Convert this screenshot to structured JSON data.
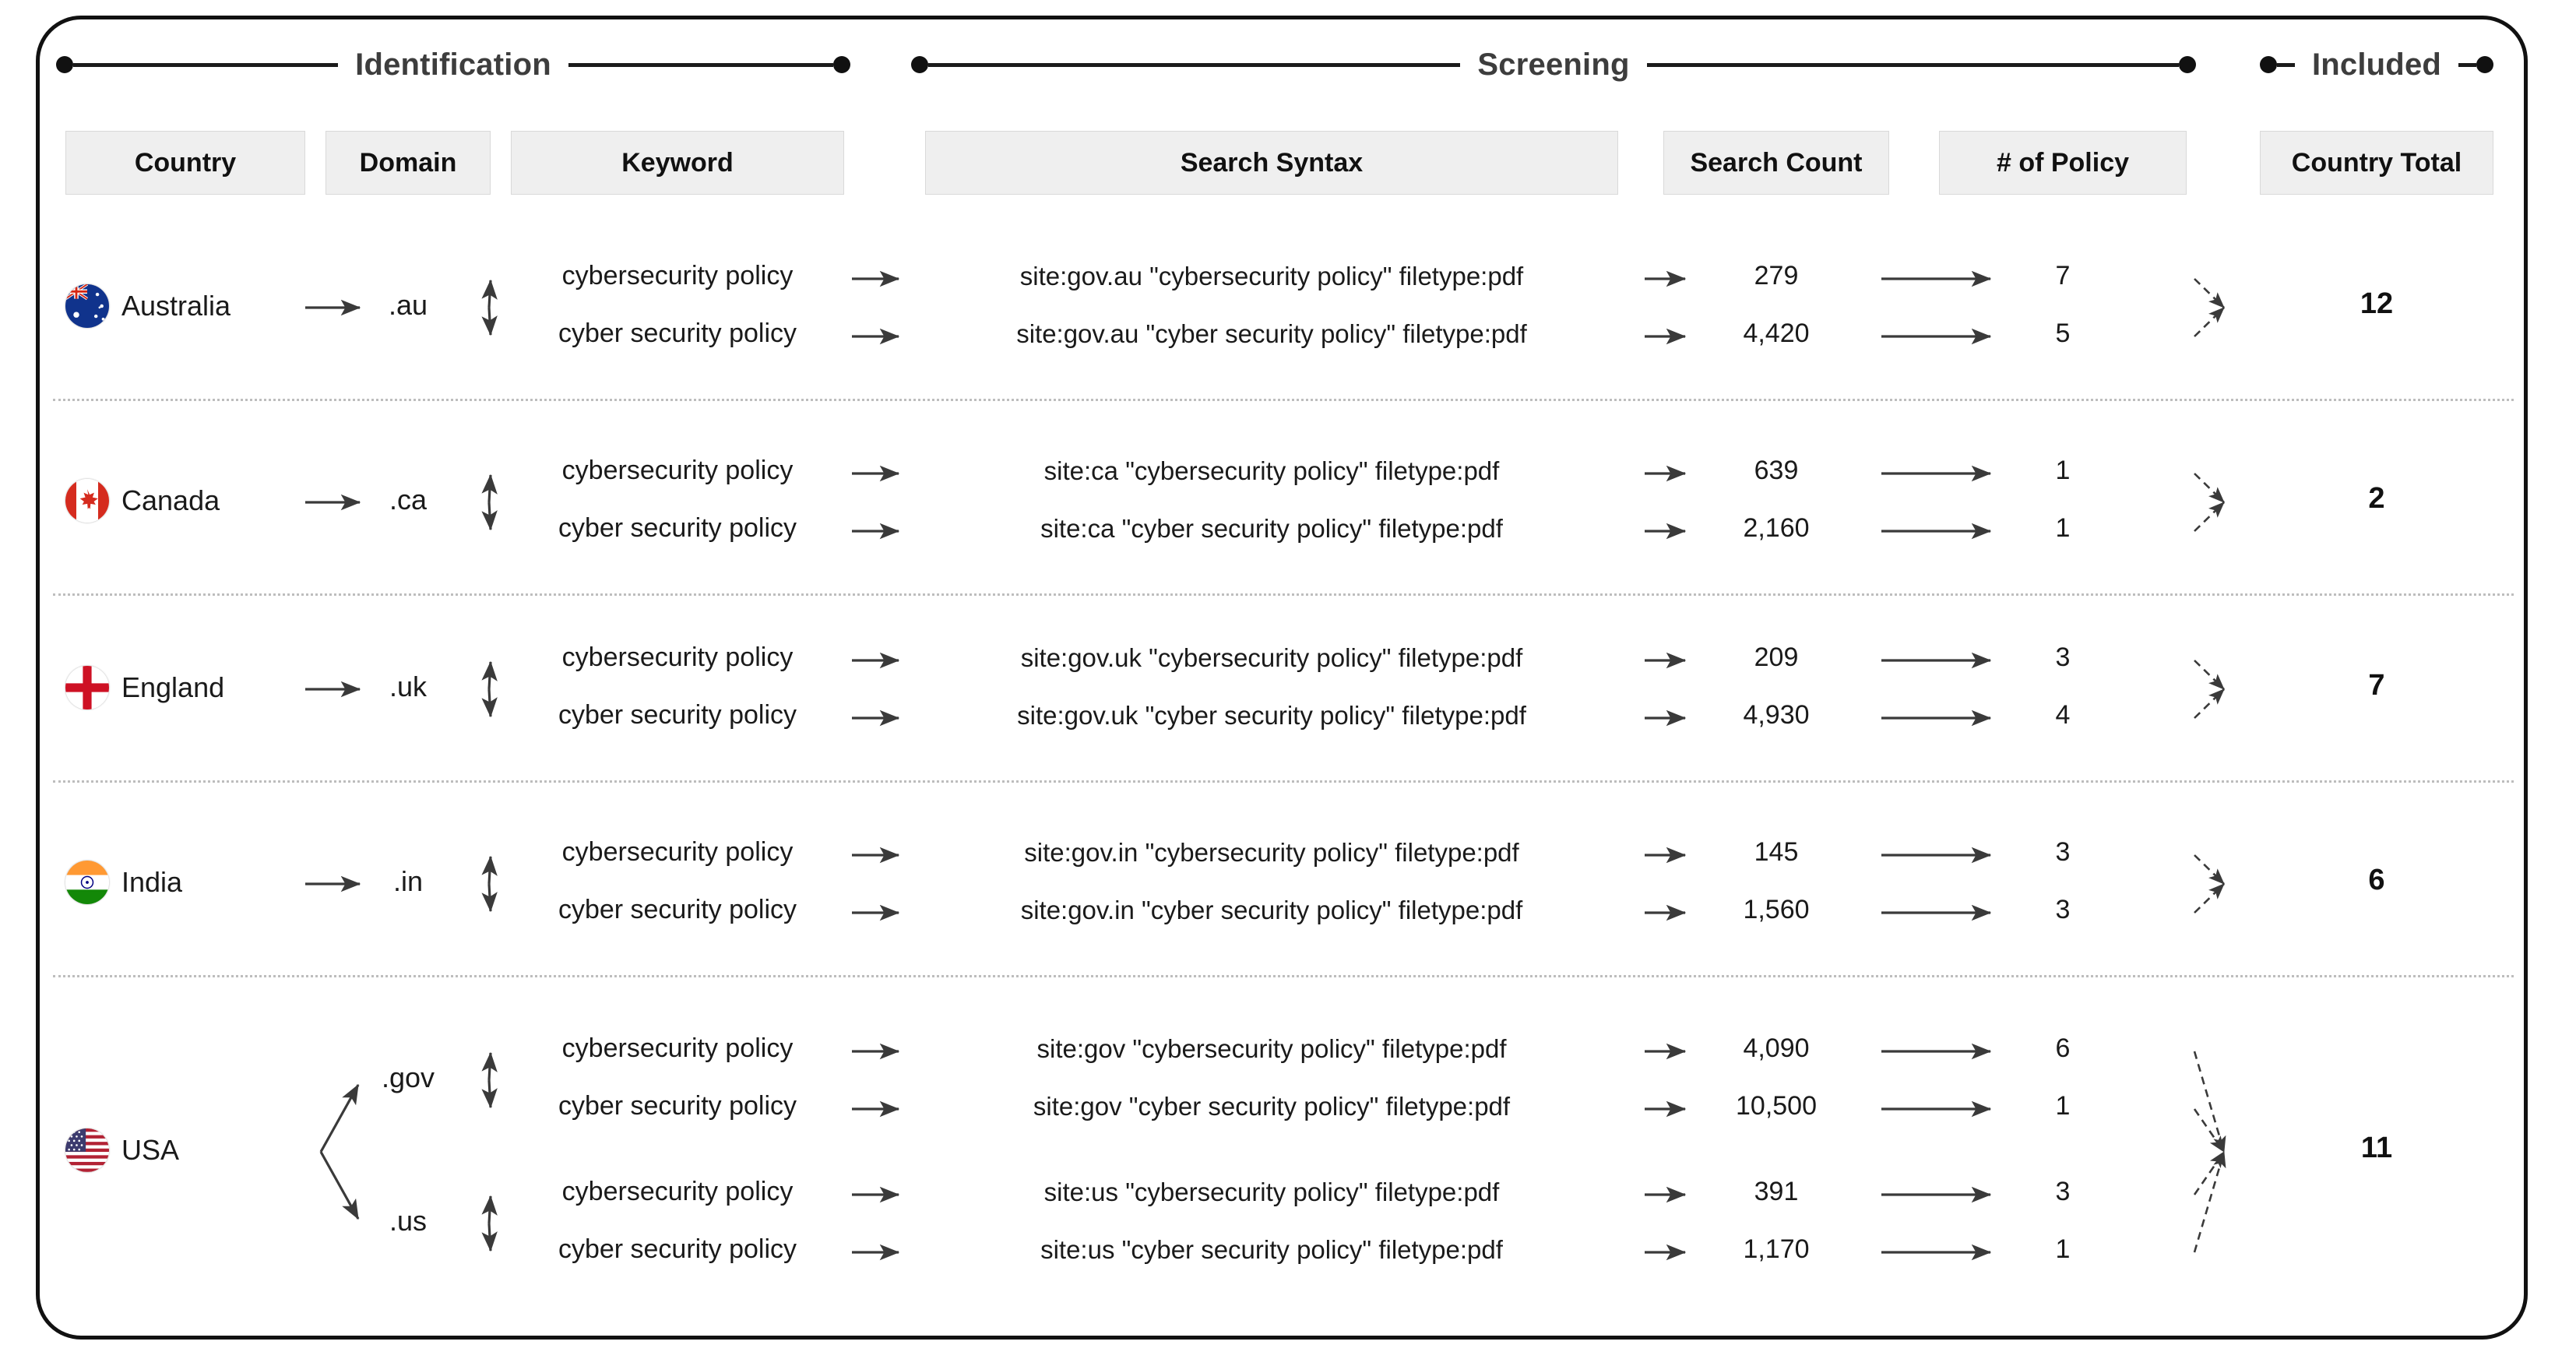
{
  "phases": [
    {
      "name": "phase-identification",
      "label": "Identification"
    },
    {
      "name": "phase-screening",
      "label": "Screening"
    },
    {
      "name": "phase-included",
      "label": "Included"
    }
  ],
  "columns": {
    "country": "Country",
    "domain": "Domain",
    "keyword": "Keyword",
    "search_syntax": "Search Syntax",
    "search_count": "Search Count",
    "num_policy": "# of Policy",
    "country_total": "Country Total"
  },
  "colors": {
    "frame": "#111111",
    "chip_bg": "#efefef",
    "chip_border": "#d9d9d9",
    "arrow": "#3a3a3a",
    "separator": "#bdbdbd",
    "phase_label": "#3d3d3d"
  },
  "chart_data": {
    "type": "table",
    "title": "PRISMA-style search strategy flow",
    "columns": [
      "Country",
      "Domain",
      "Keyword",
      "Search Syntax",
      "Search Count",
      "# of Policy",
      "Country Total"
    ],
    "rows": [
      {
        "country": "Australia",
        "domain": ".au",
        "keyword": "cybersecurity policy",
        "syntax": "site:gov.au \"cybersecurity policy\" filetype:pdf",
        "search_count": "279",
        "policies": "7",
        "country_total": "12"
      },
      {
        "country": "Australia",
        "domain": ".au",
        "keyword": "cyber security policy",
        "syntax": "site:gov.au \"cyber security policy\" filetype:pdf",
        "search_count": "4,420",
        "policies": "5",
        "country_total": "12"
      },
      {
        "country": "Canada",
        "domain": ".ca",
        "keyword": "cybersecurity policy",
        "syntax": "site:ca \"cybersecurity policy\" filetype:pdf",
        "search_count": "639",
        "policies": "1",
        "country_total": "2"
      },
      {
        "country": "Canada",
        "domain": ".ca",
        "keyword": "cyber security policy",
        "syntax": "site:ca \"cyber security policy\" filetype:pdf",
        "search_count": "2,160",
        "policies": "1",
        "country_total": "2"
      },
      {
        "country": "England",
        "domain": ".uk",
        "keyword": "cybersecurity policy",
        "syntax": "site:gov.uk \"cybersecurity policy\" filetype:pdf",
        "search_count": "209",
        "policies": "3",
        "country_total": "7"
      },
      {
        "country": "England",
        "domain": ".uk",
        "keyword": "cyber security policy",
        "syntax": "site:gov.uk \"cyber security policy\" filetype:pdf",
        "search_count": "4,930",
        "policies": "4",
        "country_total": "7"
      },
      {
        "country": "India",
        "domain": ".in",
        "keyword": "cybersecurity policy",
        "syntax": "site:gov.in \"cybersecurity policy\" filetype:pdf",
        "search_count": "145",
        "policies": "3",
        "country_total": "6"
      },
      {
        "country": "India",
        "domain": ".in",
        "keyword": "cyber security policy",
        "syntax": "site:gov.in \"cyber security policy\" filetype:pdf",
        "search_count": "1,560",
        "policies": "3",
        "country_total": "6"
      },
      {
        "country": "USA",
        "domain": ".gov",
        "keyword": "cybersecurity policy",
        "syntax": "site:gov \"cybersecurity policy\" filetype:pdf",
        "search_count": "4,090",
        "policies": "6",
        "country_total": "11"
      },
      {
        "country": "USA",
        "domain": ".gov",
        "keyword": "cyber security policy",
        "syntax": "site:gov \"cyber security policy\" filetype:pdf",
        "search_count": "10,500",
        "policies": "1",
        "country_total": "11"
      },
      {
        "country": "USA",
        "domain": ".us",
        "keyword": "cybersecurity policy",
        "syntax": "site:us \"cybersecurity policy\" filetype:pdf",
        "search_count": "391",
        "policies": "3",
        "country_total": "11"
      },
      {
        "country": "USA",
        "domain": ".us",
        "keyword": "cyber security policy",
        "syntax": "site:us \"cyber security policy\" filetype:pdf",
        "search_count": "1,170",
        "policies": "1",
        "country_total": "11"
      }
    ]
  },
  "groups": [
    {
      "id": "australia",
      "country": "Australia",
      "flag": "flag-australia-icon",
      "total": "12",
      "domains": [
        {
          "domain": ".au",
          "lines": [
            {
              "keyword": "cybersecurity policy",
              "syntax": "site:gov.au \"cybersecurity policy\" filetype:pdf",
              "count": "279",
              "policies": "7"
            },
            {
              "keyword": "cyber security policy",
              "syntax": "site:gov.au \"cyber security policy\" filetype:pdf",
              "count": "4,420",
              "policies": "5"
            }
          ]
        }
      ]
    },
    {
      "id": "canada",
      "country": "Canada",
      "flag": "flag-canada-icon",
      "total": "2",
      "domains": [
        {
          "domain": ".ca",
          "lines": [
            {
              "keyword": "cybersecurity policy",
              "syntax": "site:ca \"cybersecurity policy\" filetype:pdf",
              "count": "639",
              "policies": "1"
            },
            {
              "keyword": "cyber security policy",
              "syntax": "site:ca \"cyber security policy\" filetype:pdf",
              "count": "2,160",
              "policies": "1"
            }
          ]
        }
      ]
    },
    {
      "id": "england",
      "country": "England",
      "flag": "flag-england-icon",
      "total": "7",
      "domains": [
        {
          "domain": ".uk",
          "lines": [
            {
              "keyword": "cybersecurity policy",
              "syntax": "site:gov.uk \"cybersecurity policy\" filetype:pdf",
              "count": "209",
              "policies": "3"
            },
            {
              "keyword": "cyber security policy",
              "syntax": "site:gov.uk \"cyber security policy\" filetype:pdf",
              "count": "4,930",
              "policies": "4"
            }
          ]
        }
      ]
    },
    {
      "id": "india",
      "country": "India",
      "flag": "flag-india-icon",
      "total": "6",
      "domains": [
        {
          "domain": ".in",
          "lines": [
            {
              "keyword": "cybersecurity policy",
              "syntax": "site:gov.in \"cybersecurity policy\" filetype:pdf",
              "count": "145",
              "policies": "3"
            },
            {
              "keyword": "cyber security policy",
              "syntax": "site:gov.in \"cyber security policy\" filetype:pdf",
              "count": "1,560",
              "policies": "3"
            }
          ]
        }
      ]
    },
    {
      "id": "usa",
      "country": "USA",
      "flag": "flag-usa-icon",
      "total": "11",
      "domains": [
        {
          "domain": ".gov",
          "lines": [
            {
              "keyword": "cybersecurity policy",
              "syntax": "site:gov \"cybersecurity policy\" filetype:pdf",
              "count": "4,090",
              "policies": "6"
            },
            {
              "keyword": "cyber security policy",
              "syntax": "site:gov \"cyber security policy\" filetype:pdf",
              "count": "10,500",
              "policies": "1"
            }
          ]
        },
        {
          "domain": ".us",
          "lines": [
            {
              "keyword": "cybersecurity policy",
              "syntax": "site:us \"cybersecurity policy\" filetype:pdf",
              "count": "391",
              "policies": "3"
            },
            {
              "keyword": "cyber security policy",
              "syntax": "site:us \"cyber security policy\" filetype:pdf",
              "count": "1,170",
              "policies": "1"
            }
          ]
        }
      ]
    }
  ]
}
